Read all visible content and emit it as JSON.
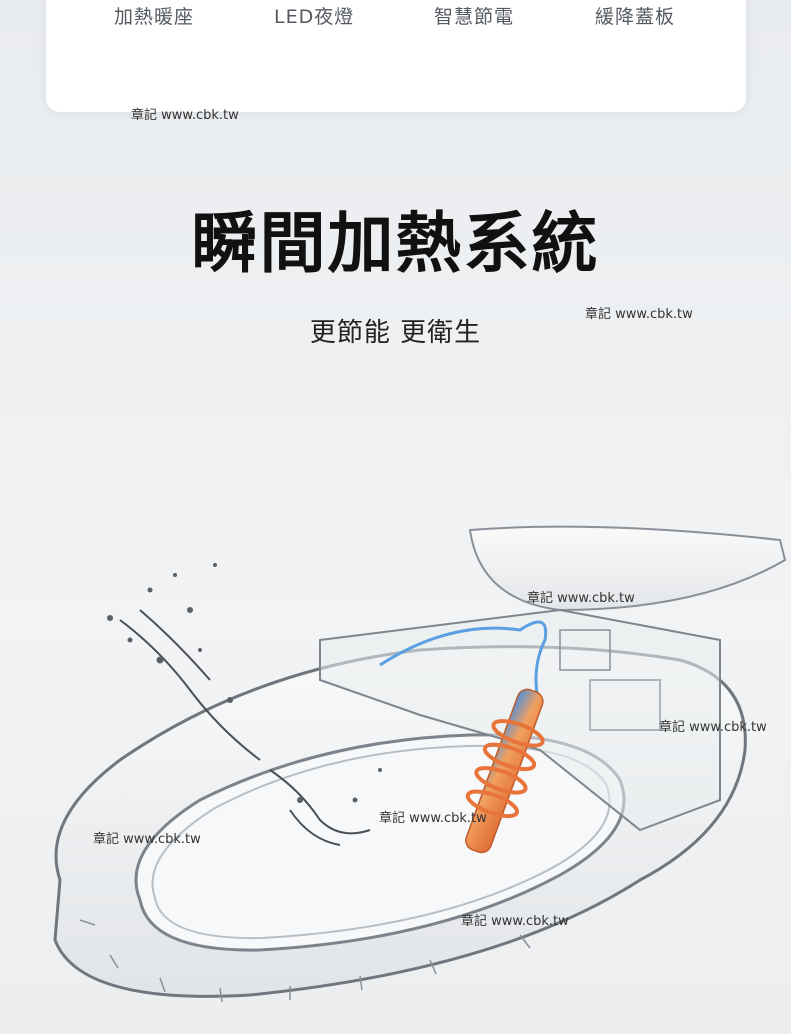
{
  "features": [
    {
      "label": "加熱暖座"
    },
    {
      "label": "LED夜燈"
    },
    {
      "label": "智慧節電"
    },
    {
      "label": "緩降蓋板"
    }
  ],
  "watermark": "章記 www.cbk.tw",
  "headline": "瞬間加熱系統",
  "subheadline": "更節能 更衛生",
  "colors": {
    "background": "#eef0f2",
    "card": "#ffffff",
    "feature_text": "#555a60",
    "headline": "#111111",
    "heater_orange": "#e8743a",
    "heater_blue": "#5aa0e0"
  },
  "illustration": {
    "icon": "transparent-toilet-seat-heater-icon"
  }
}
